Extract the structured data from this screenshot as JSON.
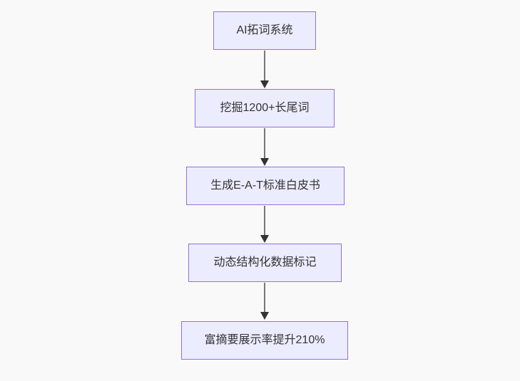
{
  "diagram": {
    "type": "flowchart",
    "direction": "top-down",
    "nodes": [
      {
        "id": "A",
        "label": "AI拓词系统"
      },
      {
        "id": "B",
        "label": "挖掘1200+长尾词"
      },
      {
        "id": "C",
        "label": "生成E-A-T标准白皮书"
      },
      {
        "id": "D",
        "label": "动态结构化数据标记"
      },
      {
        "id": "E",
        "label": "富摘要展示率提升210%"
      }
    ],
    "edges": [
      {
        "from": "A",
        "to": "B"
      },
      {
        "from": "B",
        "to": "C"
      },
      {
        "from": "C",
        "to": "D"
      },
      {
        "from": "D",
        "to": "E"
      }
    ],
    "colors": {
      "background": "#F9F9F9",
      "node_fill": "#ECECFF",
      "node_border": "#9370DB",
      "node_text": "#333333",
      "edge_line": "#777777",
      "edge_head": "#333333"
    }
  }
}
